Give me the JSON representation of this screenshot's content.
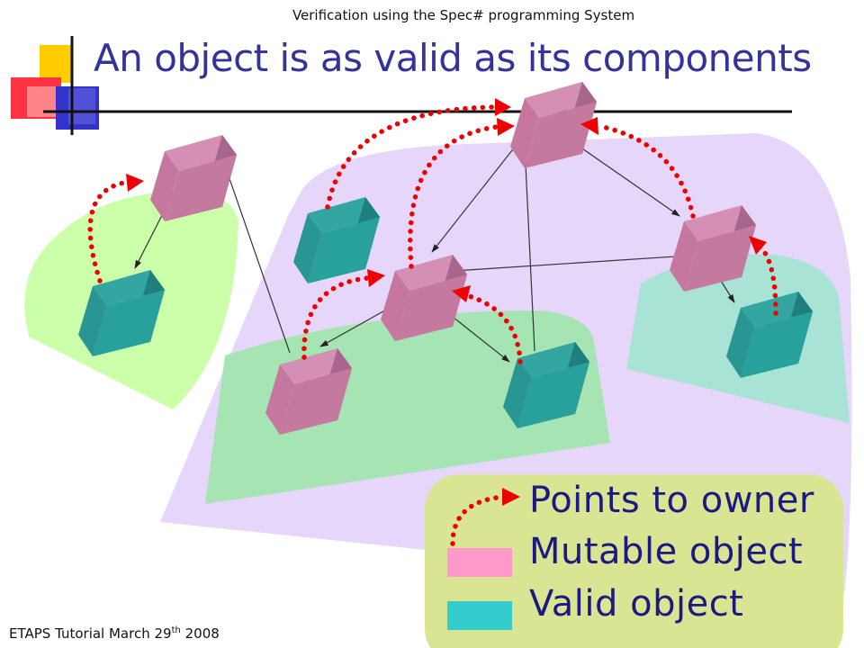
{
  "header": {
    "text": "Verification using the Spec# programming System"
  },
  "title": {
    "text": "An object is as valid as its components"
  },
  "footer": {
    "prefix": "ETAPS Tutorial March 29",
    "superscript": "th",
    "suffix": " 2008"
  },
  "legend": {
    "points_to_owner": "Points to owner",
    "mutable_object": "Mutable object",
    "valid_object": "Valid object"
  },
  "colors": {
    "title": "#333399",
    "mutable": "#ff99cc",
    "valid": "#33cccc",
    "owner_arrow": "#ee0000",
    "region_purple": "#e6d6fa",
    "region_lime": "#ccffaa",
    "region_green": "#a6e4b3",
    "region_teal": "#a8e3d5",
    "legend_box": "#d9e592"
  },
  "icons": {
    "cube": "cube-icon",
    "logo": "corner-logo-icon"
  }
}
